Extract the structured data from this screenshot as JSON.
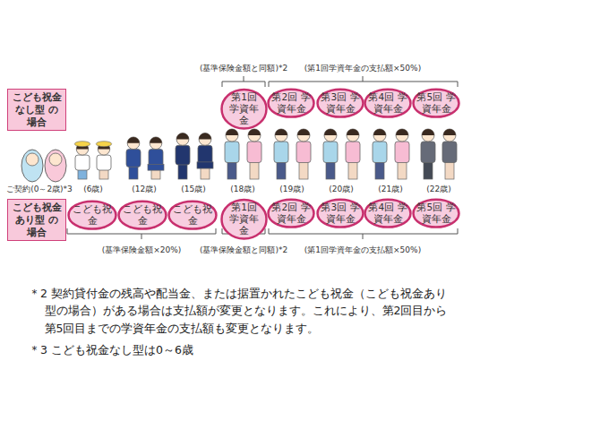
{
  "diagram": {
    "nodes": [
      {
        "text": [
          "こども祝金なし型 の場合"
        ]
      },
      {
        "text": [
          "第1回 学資年金"
        ]
      },
      {
        "text": [
          "第2回 学資年金"
        ]
      },
      {
        "text": [
          "第3回 学資年金"
        ]
      },
      {
        "text": [
          "第4回 学資年金"
        ]
      },
      {
        "text": [
          "第5回 学資年金"
        ]
      },
      {
        "text": [
          "こども祝金あり型 の場合"
        ]
      },
      {
        "text": [
          "こども祝金"
        ]
      },
      {
        "text": [
          "こども祝金"
        ]
      },
      {
        "text": [
          "こども祝金"
        ]
      },
      {
        "text": [
          "第1回 学資年金"
        ]
      },
      {
        "text": [
          "第2回 学資年金"
        ]
      },
      {
        "text": [
          "第3回 学資年金"
        ]
      },
      {
        "text": [
          "第4回 学資年金"
        ]
      },
      {
        "text": [
          "第5回 学資年金"
        ]
      }
    ],
    "labels": [
      "(基準保険金額と同額)*2",
      "(第1回学資年金の支払額×50%)",
      "ご契約(0～2歳)*3",
      "(6歳)",
      "(12歳)",
      "(15歳)",
      "(18歳)",
      "(19歳)",
      "(20歳)",
      "(21歳)",
      "(22歳)",
      "(基準保険金額×20%)",
      "(基準保険金額と同額)*2",
      "(第1回学資年金の支払額×50%)",
      "＊2 契約貸付金の残高や配当金、または据置かれたこども祝金（こども祝金あり型の場合）がある場合は支払額が変更となります。これにより、第2回目から第5回目までの学資年金の支払額も変更となります。",
      "＊3 こども祝金なし型は0～6歳"
    ]
  }
}
